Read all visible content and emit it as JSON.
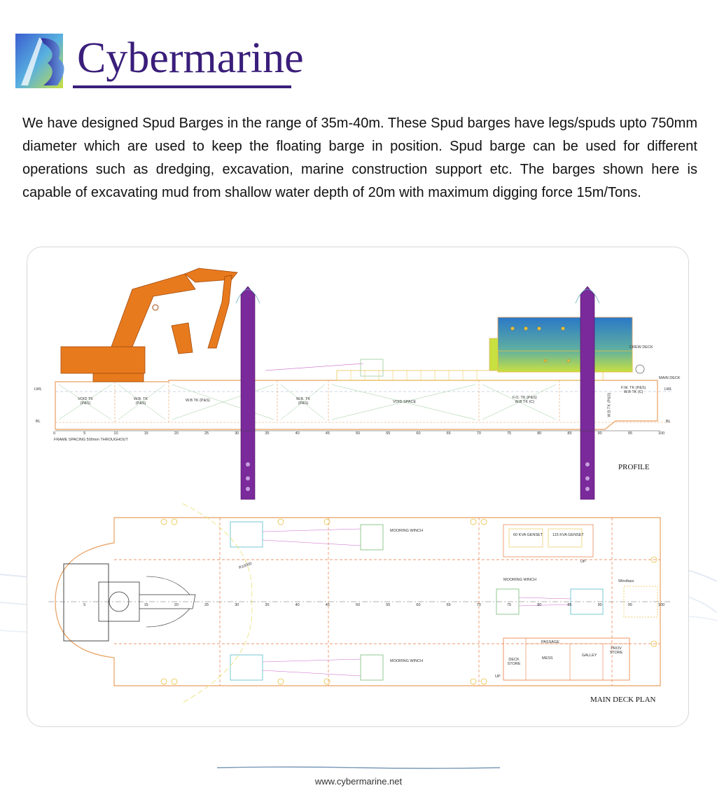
{
  "brand": {
    "name": "Cybermarine"
  },
  "intro": "We have designed Spud Barges in the range of 35m-40m. These Spud barges have legs/spuds upto 750mm diameter which are used to keep the floating barge in position. Spud barge can be used for different operations such as dredging, excavation, marine construction support etc. The barges shown here is capable of excavating mud from shallow water depth of 20m with maximum digging force 15m/Tons.",
  "profile": {
    "title": "PROFILE",
    "crew_deck": "CREW DECK",
    "main_deck": "MAIN DECK",
    "lwl": "LWL",
    "bl": "BL",
    "frame_spacing": "FRAME SPACING 500mm THROUGHOUT",
    "frames": [
      "0",
      "5",
      "10",
      "15",
      "20",
      "25",
      "30",
      "35",
      "40",
      "45",
      "50",
      "55",
      "60",
      "65",
      "70",
      "75",
      "80",
      "85",
      "90",
      "95",
      "100"
    ],
    "tanks": {
      "void_tk": "VOID TK",
      "void_tk_ps": "(P&S)",
      "wb_tk_1": "W.B. TK",
      "wb_tk_1_ps": "(P&S)",
      "wb_tk_2": "W.B TK (P&S)",
      "wb_tk_3": "W.B. TK",
      "wb_tk_3_ps": "(P&S)",
      "void_space": "VOID SPACE",
      "fo_tk": "F.O. TK (P&S)",
      "wb_tk_c": "W.B TK (C)",
      "wb_tk_ps_v": "W.B.TK (P&S)",
      "fw_tk": "F.W. TK (P&S)",
      "wb_tk_c2": "W.B TK (C)"
    }
  },
  "plan": {
    "title": "MAIN DECK PLAN",
    "mooring_winch_top": "MOORING WINCH",
    "mooring_winch_mid": "MOORING WINCH",
    "mooring_winch_bot": "MOORING WINCH",
    "genset_1": "60 KVA GENSET",
    "genset_2": "115 KVA GENSET",
    "windlass": "Windlass",
    "passage": "PASSAGE",
    "mess": "MESS",
    "galley": "GALLEY",
    "deck_store": "DECK STORE",
    "prov_store": "PROV STORE",
    "up_1": "UP",
    "up_2": "UP",
    "radius": "R10000",
    "frames": [
      "5",
      "15",
      "20",
      "25",
      "30",
      "35",
      "40",
      "45",
      "50",
      "55",
      "60",
      "65",
      "70",
      "75",
      "80",
      "85",
      "90",
      "95",
      "100"
    ]
  },
  "footer": {
    "url": "www.cybermarine.net"
  },
  "colors": {
    "brand": "#3a1e7a",
    "spud": "#7a2a9a",
    "excavator": "#e87a1e",
    "hull": "#e8a060",
    "deckhouse_top": "#2a7ac8",
    "deckhouse_bottom": "#c8e040"
  }
}
